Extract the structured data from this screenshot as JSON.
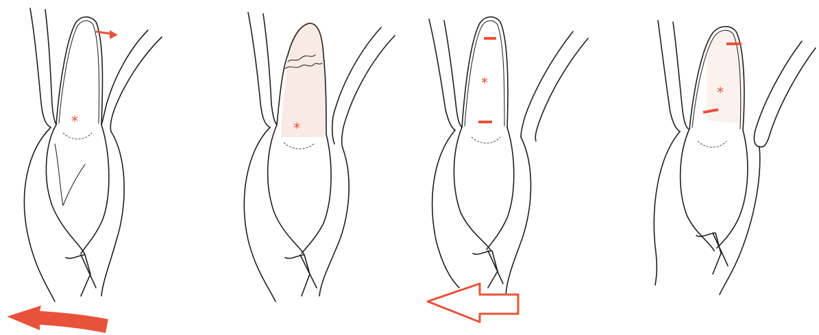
{
  "figure": {
    "panels": [
      {
        "id": "A",
        "star": "*"
      },
      {
        "id": "B",
        "star": "*"
      },
      {
        "id": "C",
        "star": "*"
      },
      {
        "id": "D",
        "star": "*"
      }
    ]
  },
  "colors": {
    "line": "#1e1e1e",
    "accent": "#e8523a",
    "shade": "#f3d9cf"
  }
}
